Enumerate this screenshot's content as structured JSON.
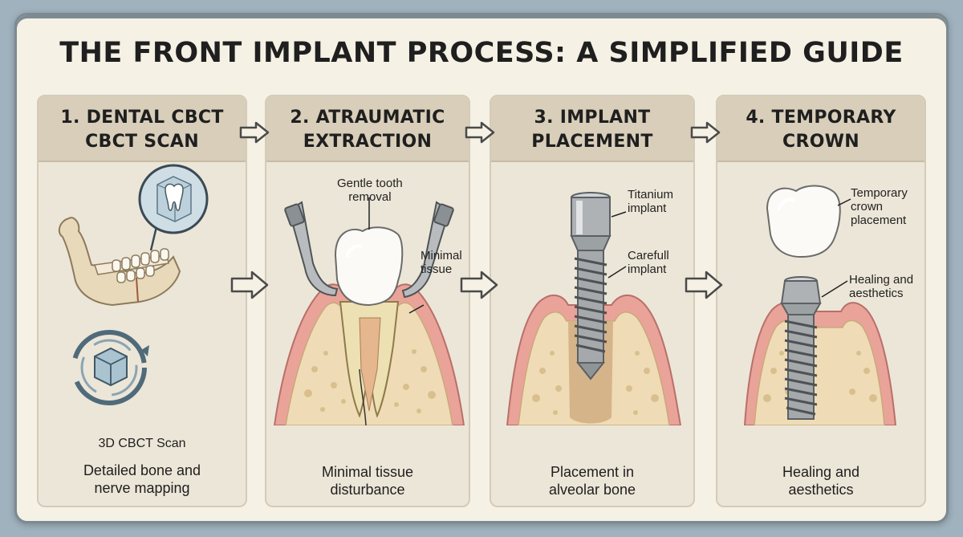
{
  "title": "THE FRONT IMPLANT PROCESS: A SIMPLIFIED GUIDE",
  "steps": [
    {
      "heading_l1": "1. DENTAL CBCT",
      "heading_l2": "CBCT SCAN",
      "scan_label": "3D CBCT Scan",
      "caption_l1": "Detailed bone and",
      "caption_l2": "nerve mapping"
    },
    {
      "heading_l1": "2. ATRAUMATIC",
      "heading_l2": "EXTRACTION",
      "callout1_l1": "Gentle tooth",
      "callout1_l2": "removal",
      "callout2_l1": "Minimal",
      "callout2_l2": "tissue",
      "caption_l1": "Minimal tissue",
      "caption_l2": "disturbance"
    },
    {
      "heading_l1": "3. IMPLANT",
      "heading_l2": "PLACEMENT",
      "callout1_l1": "Titanium",
      "callout1_l2": "implant",
      "callout2_l1": "Carefull",
      "callout2_l2": "implant",
      "caption_l1": "Placement in",
      "caption_l2": "alveolar bone"
    },
    {
      "heading_l1": "4. TEMPORARY",
      "heading_l2": "CROWN",
      "callout1_l1": "Temporary",
      "callout1_l2": "crown",
      "callout1_l3": "placement",
      "callout2_l1": "Healing and",
      "callout2_l2": "aesthetics",
      "caption_l1": "Healing and",
      "caption_l2": "aesthetics"
    }
  ],
  "colors": {
    "gum": "#e9a399",
    "bone": "#efdcb6",
    "titanium": "#a9adb0",
    "header_bg": "#d8ceba"
  }
}
